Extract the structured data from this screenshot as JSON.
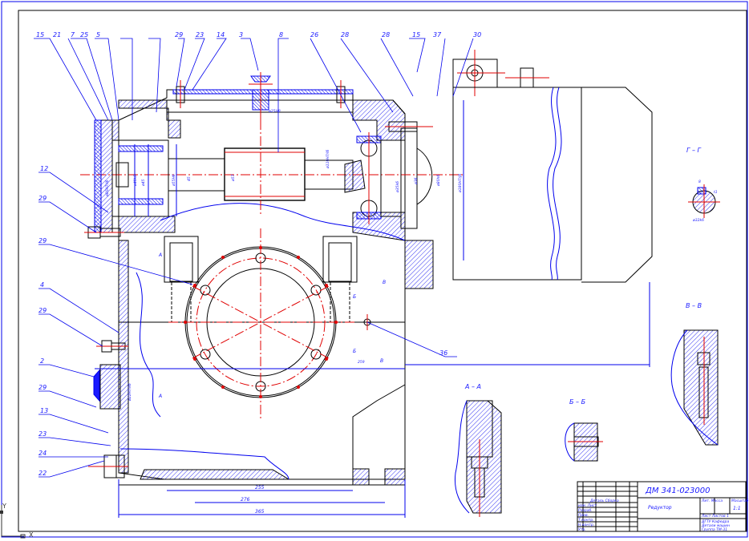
{
  "drawing": {
    "title_block": {
      "document_code": "ДМ 341-023000",
      "document_name": "Редуктор",
      "scale_header": "Лит.  Масса",
      "mass_header": "Масштаб",
      "scale_value": "1:1",
      "sheet_label": "Лист  Листов 1",
      "org_line1": "Деталь Сборка",
      "org_line2": "изм. Лист",
      "org_line3": "Разраб.",
      "org_line4": "Пров.",
      "org_line5": "Т.контр.",
      "org_line6": "Н.контр.",
      "org_line7": "Утв.",
      "dept_line1": "ДГТУ Кафедра",
      "dept_line2": "Детали машин",
      "dept_line3": "Группа ТМ-31"
    },
    "leaders_top": [
      "15",
      "21",
      "7",
      "25",
      "5",
      "29",
      "23",
      "14",
      "3",
      "8",
      "26",
      "28",
      "28",
      "15",
      "37",
      "30"
    ],
    "leaders_left": [
      "12",
      "29",
      "29",
      "4",
      "29",
      "2",
      "29",
      "13",
      "23",
      "24",
      "22"
    ],
    "leader_right": "36",
    "section_labels": {
      "g_g": "Г – Г",
      "v_v": "В – В",
      "a_a": "А – А",
      "b_b": "Б – Б"
    },
    "cut_markers": {
      "a_top": "А",
      "a_bottom": "А",
      "b_top": "Б",
      "b_bottom": "Б",
      "v_top": "В",
      "v_bottom": "В"
    },
    "dimensions": {
      "bottom_inner": "255",
      "bottom_mid": "276",
      "bottom_overall": "365",
      "height_right": "259",
      "top_cover_fit": "ø25H8",
      "bearing_left_housing": "ø80H7/l6",
      "bearing_left_d1": "ø40k6",
      "bearing_left_d2": "ø45",
      "bearing_left_d3": "ø55H6",
      "shaft_d": "45",
      "gear_d": "ø57",
      "right_housing": "ø110H7/l6",
      "right_shaft_fit": "ø35k6",
      "right_shaft_d": "ø36",
      "right_flange": "ø80h6",
      "motor_flange": "ø180H7/j6",
      "key_width": "8",
      "key_depth": "t1",
      "key_shaft": "ø32k6",
      "plug_fit": "ø22H7/k6"
    },
    "axes": {
      "x_label": "X",
      "y_label": "Y"
    },
    "colors": {
      "outline": "#000000",
      "dimension": "#0000ee",
      "centerline": "#e00000",
      "background": "#ffffff"
    }
  }
}
